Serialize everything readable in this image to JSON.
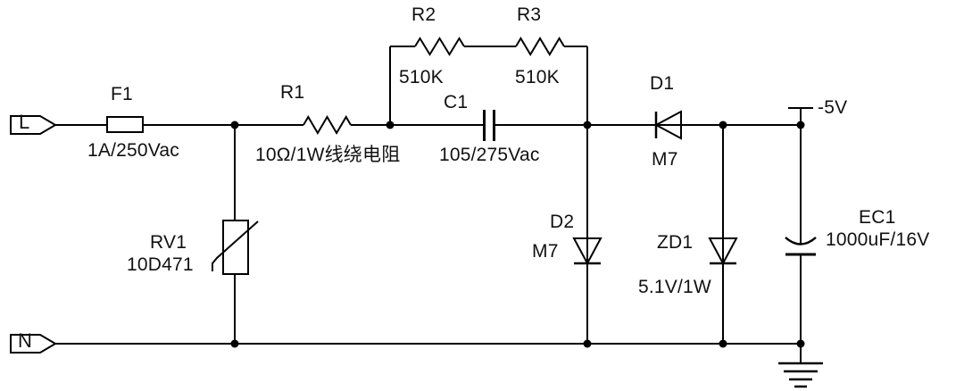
{
  "schematic": {
    "terminals": {
      "live": "L",
      "neutral": "N"
    },
    "net_labels": {
      "output": "-5V"
    },
    "components": {
      "f1": {
        "ref": "F1",
        "value": "1A/250Vac"
      },
      "r1": {
        "ref": "R1",
        "value": "10Ω/1W线绕电阻"
      },
      "r2": {
        "ref": "R2",
        "value": "510K"
      },
      "r3": {
        "ref": "R3",
        "value": "510K"
      },
      "c1": {
        "ref": "C1",
        "value": "105/275Vac"
      },
      "d1": {
        "ref": "D1",
        "value": "M7"
      },
      "d2": {
        "ref": "D2",
        "value": "M7"
      },
      "zd1": {
        "ref": "ZD1",
        "value": "5.1V/1W"
      },
      "rv1": {
        "ref": "RV1",
        "value": "10D471"
      },
      "ec1": {
        "ref": "EC1",
        "value": "1000uF/16V"
      }
    },
    "colors": {
      "line": "#000000",
      "background": "#ffffff"
    }
  }
}
